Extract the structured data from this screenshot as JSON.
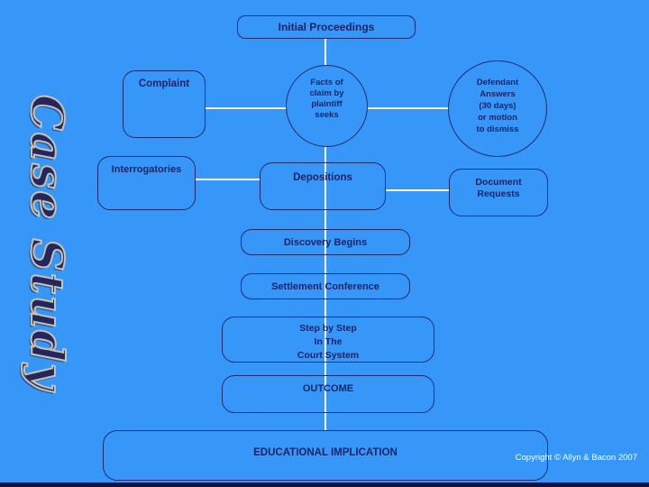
{
  "theme": {
    "bg": "#3697f8",
    "border": "#232a6d",
    "ink": "#1d2366",
    "line": "#ffffff",
    "line_alt": "#ffffd2",
    "banner_fill": "#26265e",
    "banner_stroke": "#c9c2ae",
    "footer_ink": "#ffffff",
    "bottom_strip": "#12123c"
  },
  "banner": {
    "text": "Case Study"
  },
  "flowchart": {
    "title": "Initial Proceedings",
    "complaint": "Complaint",
    "facts": [
      "Facts of",
      "claim by",
      "plaintiff",
      "seeks"
    ],
    "defendant": [
      "Defendant",
      "Answers",
      "(30 days)",
      "or motion",
      "to dismiss"
    ],
    "interrogatories": "Interrogatories",
    "depositions": "Depositions",
    "document_requests": [
      "Document",
      "Requests"
    ],
    "discovery": "Discovery Begins",
    "settlement": "Settlement Conference",
    "step_by_step": [
      "Step by Step",
      "In The",
      "Court System"
    ],
    "outcome": "OUTCOME",
    "educational": "EDUCATIONAL IMPLICATION"
  },
  "footer": {
    "copyright": "Copyright © Allyn & Bacon 2007"
  }
}
